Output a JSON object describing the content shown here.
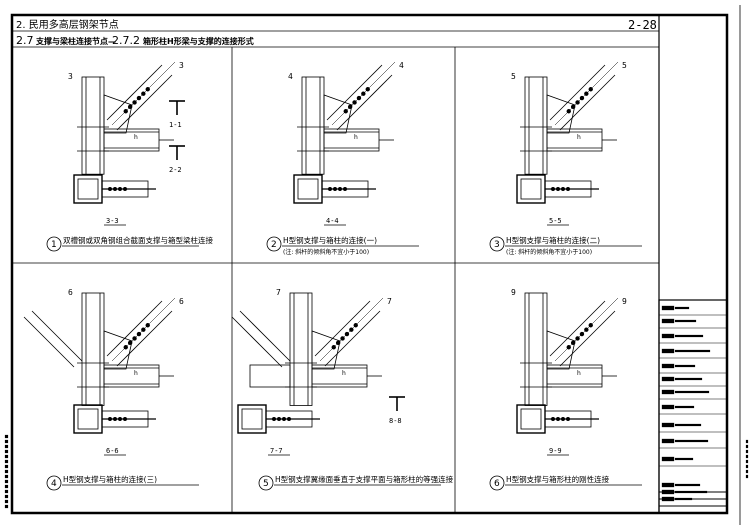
{
  "header": {
    "chapter": "2. 民用多高层钢架节点",
    "section_number": "2.7",
    "section_title": "支撑与梁柱连接节点—",
    "subsection_number": "2.7.2",
    "subsection_title": "箱形柱H形梁与支撑的连接形式",
    "page_number": "2-28"
  },
  "panels": [
    {
      "number": "1",
      "caption": "双槽钢或双角钢组合截面支撑与箱型梁柱连接",
      "note": "",
      "section_label": "3-3",
      "cut_label": "3",
      "extra_sections": [
        "1-1",
        "2-2"
      ]
    },
    {
      "number": "2",
      "caption": "H型钢支撑与箱柱的连接(一)",
      "note": "(注: 斜杆的倾斜角不宜小于100)",
      "section_label": "4-4",
      "cut_label": "4",
      "extra_sections": []
    },
    {
      "number": "3",
      "caption": "H型钢支撑与箱柱的连接(二)",
      "note": "(注: 斜杆的倾斜角不宜小于100)",
      "section_label": "5-5",
      "cut_label": "5",
      "extra_sections": []
    },
    {
      "number": "4",
      "caption": "H型钢支撑与箱柱的连接(三)",
      "note": "",
      "section_label": "6-6",
      "cut_label": "6",
      "extra_sections": []
    },
    {
      "number": "5",
      "caption": "H型钢支撑翼缘面垂直于支撑平面与箱形柱的等强连接",
      "note": "",
      "section_label": "7-7",
      "cut_label": "7",
      "extra_sections": [
        "8-8"
      ]
    },
    {
      "number": "6",
      "caption": "H型钢支撑与箱形柱的刚性连接",
      "note": "",
      "section_label": "9-9",
      "cut_label": "9",
      "extra_sections": []
    }
  ],
  "weld_symbol": "h",
  "colors": {
    "ink": "#000000",
    "paper": "#ffffff"
  }
}
